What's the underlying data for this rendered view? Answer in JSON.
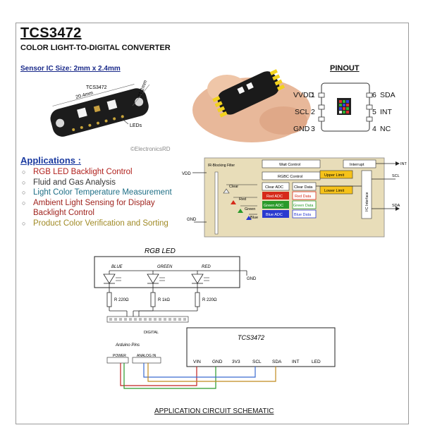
{
  "header": {
    "title": "TCS3472",
    "subtitle": "COLOR LIGHT-TO-DIGITAL CONVERTER",
    "sensor_size": "Sensor IC Size: 2mm x 2.4mm"
  },
  "module": {
    "label": "TCS3472",
    "dim_width": "20.4mm",
    "dim_height": "11.2mm",
    "leds_label": "LEDs",
    "watermark": "©ElectronicsRD"
  },
  "applications": {
    "heading": "Applications :",
    "items": [
      {
        "text": "RGB LED Backlight Control",
        "color": "#b0201c"
      },
      {
        "text": "Fluid and Gas Analysis",
        "color": "#333333"
      },
      {
        "text": "Light Color Temperature Measurement",
        "color": "#1f6f86"
      },
      {
        "text": "Ambient Light Sensing for Display Backlight Control",
        "color": "#a0241f"
      },
      {
        "text": "Product Color Verification and Sorting",
        "color": "#a08a25"
      }
    ]
  },
  "pinout": {
    "title": "PINOUT",
    "left_pins": [
      {
        "name": "VDD",
        "num": "1"
      },
      {
        "name": "SCL",
        "num": "2"
      },
      {
        "name": "GND",
        "num": "3"
      }
    ],
    "right_pins": [
      {
        "name": "SDA",
        "num": "6"
      },
      {
        "name": "INT",
        "num": "5"
      },
      {
        "name": "NC",
        "num": "4"
      }
    ]
  },
  "block_diagram": {
    "vdd": "VDD",
    "gnd": "GND",
    "ir_filter": "IR-Blocking Filter",
    "wait_control": "Wait Control",
    "rgbc_control": "RGBC Control",
    "clear_adc": "Clear ADC",
    "clear_data": "Clear Data",
    "red_adc": "Red ADC",
    "red_data": "Red Data",
    "green_adc": "Green ADC",
    "green_data": "Green Data",
    "blue_adc": "Blue ADC",
    "blue_data": "Blue Data",
    "interrupt": "Interrupt",
    "upper_limit": "Upper Limit",
    "lower_limit": "Lower Limit",
    "i2c": "I²C Interface",
    "photodiodes": [
      "Clear",
      "Red",
      "Green",
      "Blue"
    ],
    "out_int": "INT",
    "out_scl": "SCL",
    "out_sda": "SDA",
    "colors": {
      "bg": "#e8ddb9",
      "red": "#d62a1a",
      "green": "#2a9a2a",
      "blue": "#2a3ad0",
      "yellow": "#f6c21a"
    }
  },
  "schematic": {
    "rgb_led_title": "RGB LED",
    "led_labels": [
      "BLUE",
      "GREEN",
      "RED"
    ],
    "resistors": [
      "R 220Ω",
      "R 1kΩ",
      "R 220Ω"
    ],
    "gnd": "GND",
    "arduino_label": "Arduino Pins",
    "digital_label": "DIGITAL",
    "power_label": "POWER",
    "analog_label": "ANALOG IN",
    "chip_title": "TCS3472",
    "chip_pins": [
      "VIN",
      "GND",
      "3V3",
      "SCL",
      "SDA",
      "INT",
      "LED"
    ],
    "caption": "APPLICATION CIRCUIT SCHEMATIC"
  }
}
